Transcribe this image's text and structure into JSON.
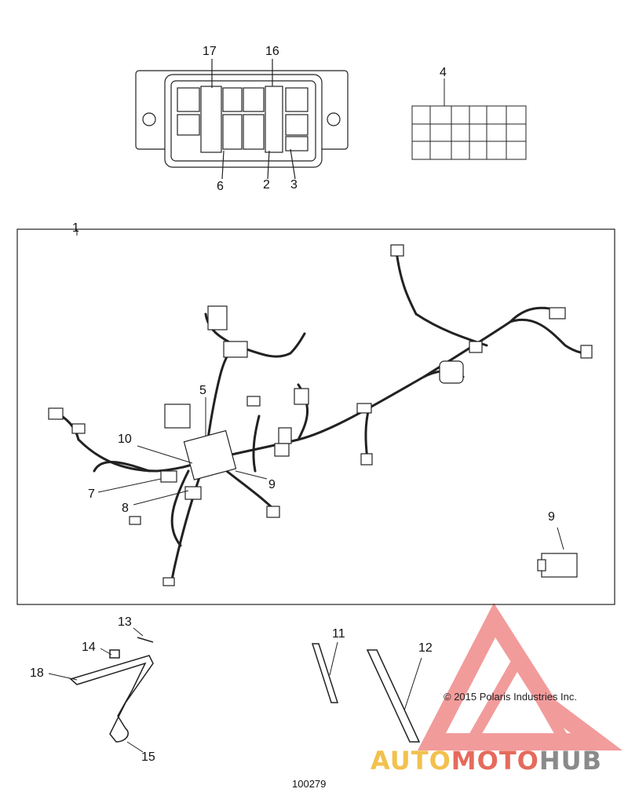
{
  "callouts": {
    "c1": "1",
    "c2": "2",
    "c3": "3",
    "c4": "4",
    "c5": "5",
    "c6": "6",
    "c7": "7",
    "c8": "8",
    "c9a": "9",
    "c9b": "9",
    "c10": "10",
    "c11": "11",
    "c12": "12",
    "c13": "13",
    "c14": "14",
    "c15": "15",
    "c16": "16",
    "c17": "17",
    "c18": "18"
  },
  "copyright": "© 2015 Polaris Industries Inc.",
  "document_number": "100279",
  "watermark": {
    "part1": "AUTO",
    "part2": "MOTO",
    "part3": "HUB"
  },
  "colors": {
    "line": "#222222",
    "watermark_red": "#e84a4a",
    "watermark_yellow": "#f2c14e"
  }
}
